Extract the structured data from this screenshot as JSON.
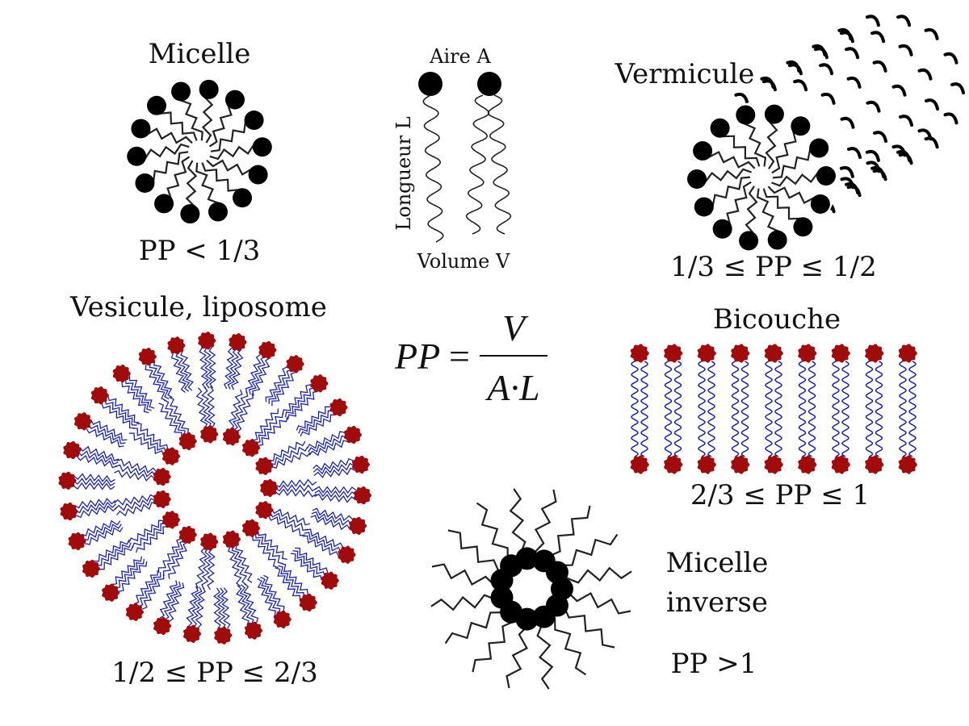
{
  "colors": {
    "black_head": "#000000",
    "lipid_head": "#a00b0b",
    "lipid_tail": "#1c22a8",
    "tail_dark": "#222222"
  },
  "labels": {
    "micelle_title": "Micelle",
    "micelle_pp": "PP < 1/3",
    "aire": "Aire A",
    "longueur": "Longueur L",
    "volume": "Volume V",
    "vermicule_title": "Vermicule",
    "vermicule_pp": "1/3 ≤ PP ≤ 1/2",
    "vesicule_title": "Vesicule, liposome",
    "vesicule_pp": "1/2 ≤ PP ≤ 2/3",
    "bicouche_title": "Bicouche",
    "bicouche_pp": "2/3 ≤ PP ≤ 1",
    "inverse_title_1": "Micelle",
    "inverse_title_2": "inverse",
    "inverse_pp": "PP >1"
  },
  "formula": {
    "lhs": "PP",
    "eq": "=",
    "numerator": "V",
    "denominator": "A·L"
  }
}
